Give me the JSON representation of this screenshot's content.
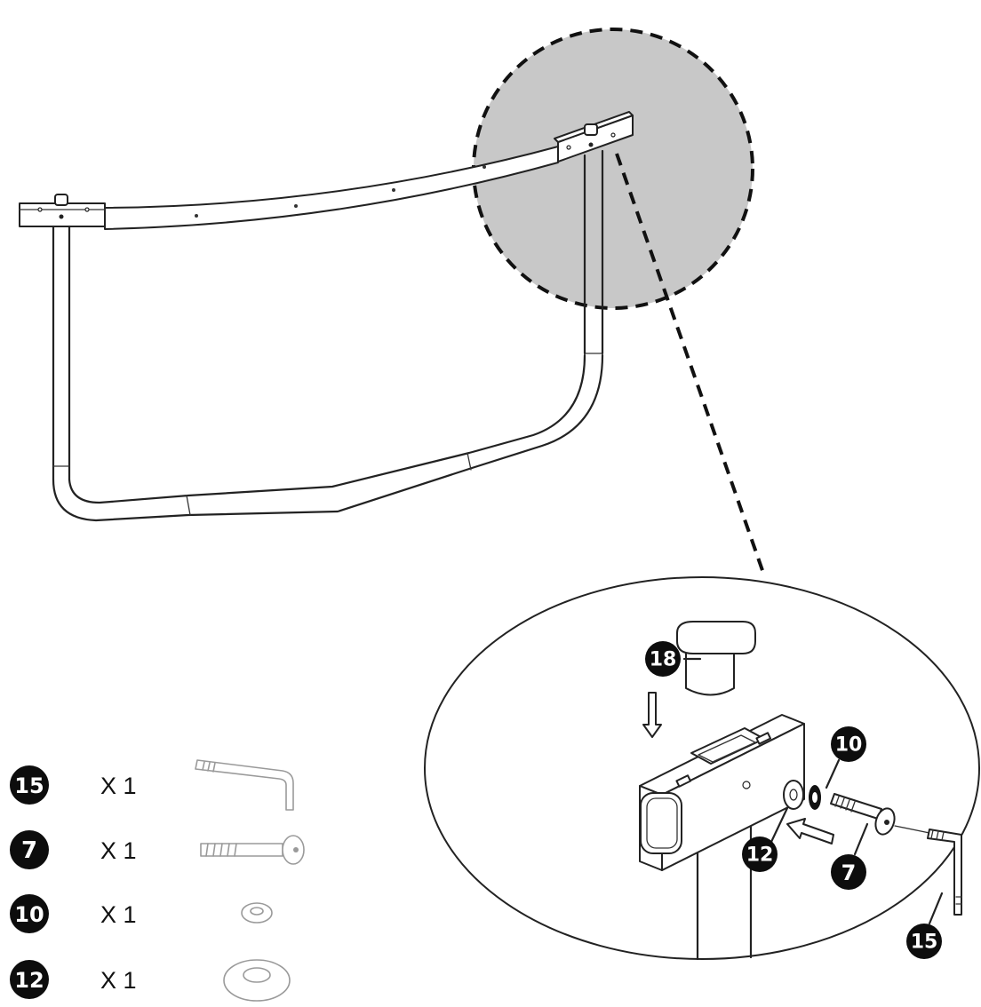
{
  "callouts": {
    "cap": "18",
    "wrench": "15",
    "bolt": "7",
    "lock_washer": "10",
    "flat_washer": "12"
  },
  "parts_list": [
    {
      "id": "15",
      "qty": "X 1",
      "icon": "allen-wrench-icon"
    },
    {
      "id": "7",
      "qty": "X 1",
      "icon": "bolt-icon"
    },
    {
      "id": "10",
      "qty": "X 1",
      "icon": "lock-washer-icon"
    },
    {
      "id": "12",
      "qty": "X 1",
      "icon": "flat-washer-icon"
    }
  ],
  "colors": {
    "line": "#222222",
    "badge": "#0d0d0d",
    "zoom_region": "#c8c8c8"
  }
}
